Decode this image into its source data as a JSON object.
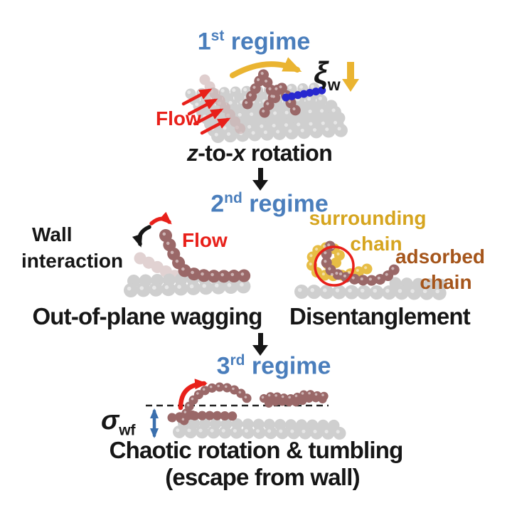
{
  "colors": {
    "regime_blue": "#4a7ebc",
    "flow_red": "#e8201a",
    "arrow_yellow": "#eab431",
    "gold_text": "#d6a51f",
    "brown_text": "#a5551b",
    "chain_mauve": "#9a6868",
    "chain_ghost": "#c9adad",
    "chain_blue": "#2828cf",
    "chain_gold": "#e7bd45",
    "wall_gray": "#cfcfcf",
    "steel_blue": "#3a6fad"
  },
  "regime1": {
    "title_num": "1",
    "title_sup": "st",
    "title_rest": " regime",
    "flow_label": "Flow",
    "xi_symbol": "ξ",
    "xi_sub": "w",
    "caption_i1": "z",
    "caption_t1": "-to-",
    "caption_i2": "x",
    "caption_t2": " rotation"
  },
  "regime2": {
    "title_num": "2",
    "title_sup": "nd",
    "title_rest": " regime",
    "wall_label_1": "Wall",
    "wall_label_2": "interaction",
    "flow_label": "Flow",
    "surrounding_1": "surrounding",
    "surrounding_2": "chain",
    "adsorbed_1": "adsorbed",
    "adsorbed_2": "chain",
    "caption_left": "Out-of-plane wagging",
    "caption_right": "Disentanglement"
  },
  "regime3": {
    "title_num": "3",
    "title_sup": "rd",
    "title_rest": " regime",
    "sigma_symbol": "σ",
    "sigma_sub": "wf",
    "caption_1": "Chaotic rotation & tumbling",
    "caption_2": "(escape from wall)"
  }
}
